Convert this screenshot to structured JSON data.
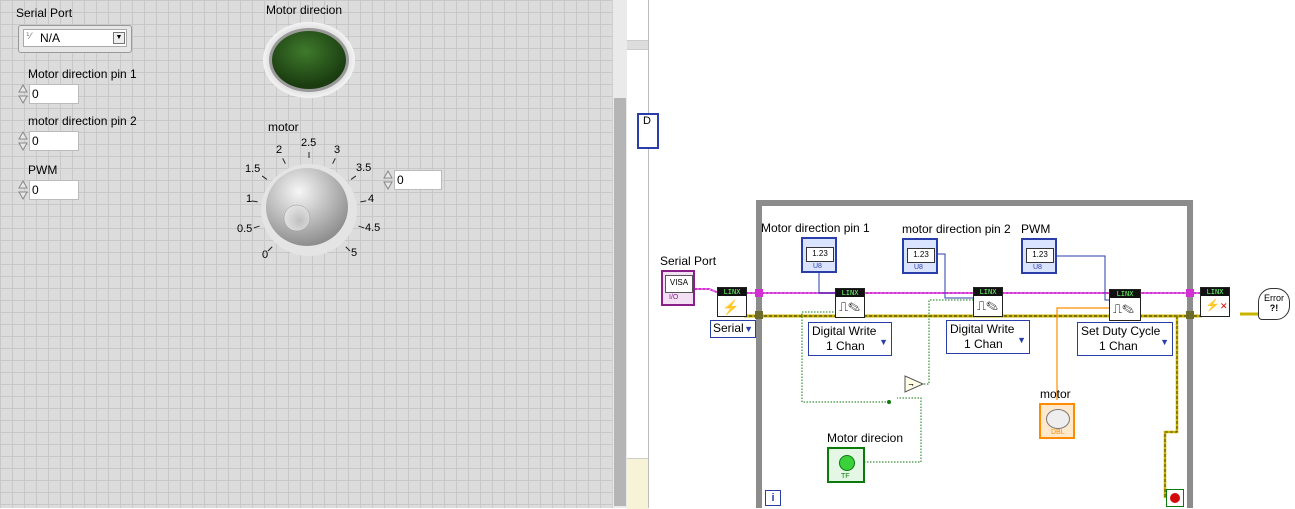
{
  "front_panel": {
    "serial_port": {
      "label": "Serial Port",
      "value": "N/A"
    },
    "motor_direction_pin1": {
      "label": "Motor direction pin 1",
      "value": "0"
    },
    "motor_direction_pin2": {
      "label": "motor direction pin 2",
      "value": "0"
    },
    "pwm": {
      "label": "PWM",
      "value": "0"
    },
    "led": {
      "label": "Motor direcion",
      "state": "off",
      "color": "#2a5a1c"
    },
    "knob": {
      "label": "motor",
      "value": "0",
      "ticks": [
        "0",
        "0.5",
        "1",
        "1.5",
        "2",
        "2.5",
        "3",
        "3.5",
        "4",
        "4.5",
        "5"
      ]
    }
  },
  "block_diagram": {
    "serial_port_label": "Serial Port",
    "visa_text": "VISA",
    "io_text": "I/O",
    "pin1_label": "Motor direction pin 1",
    "pin2_label": "motor direction pin 2",
    "pwm_label": "PWM",
    "numeric_icon_text": "1.23",
    "u8_text": "U8",
    "linx_text": "LINX",
    "serial_ring": "Serial",
    "digital_write_1": {
      "line1": "Digital Write",
      "line2": "1 Chan"
    },
    "digital_write_2": {
      "line1": "Digital Write",
      "line2": "1 Chan"
    },
    "set_duty_cycle": {
      "line1": "Set Duty Cycle",
      "line2": "1 Chan"
    },
    "motor_label": "motor",
    "dbl_text": "DBL",
    "motor_direcion_label": "Motor direcion",
    "tf_text": "TF",
    "error_text": "Error",
    "info_text": "i",
    "left_partial_text": "D",
    "colors": {
      "error_wire": "#c8b400",
      "visa_wire": "#d230d2",
      "numeric_wire": "#2a3eaa",
      "boolean_wire": "#0a7a0a",
      "double_wire": "#ff8c00"
    }
  }
}
